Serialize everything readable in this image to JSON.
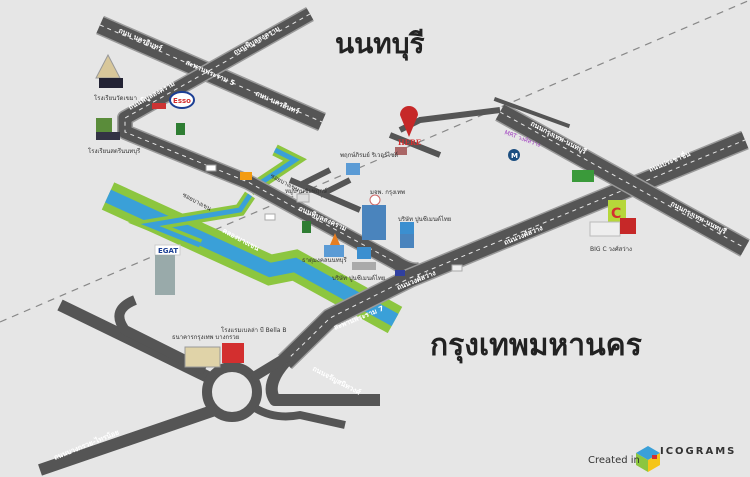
{
  "regions": {
    "north": "นนทบุรี",
    "south": "กรุงเทพมหานคร"
  },
  "roads": {
    "nakhon_in_1": "ถนน นครอินทร์",
    "nakhon_in_2": "ถนน นครอินทร์",
    "rama5_bridge": "สะพานพระราม 5",
    "phibun_1": "ถนนพิบูลสงคราม",
    "phibun_2": "ถนนพิบูลสงคราม",
    "phibun_3": "ถนนพิบูลสงคราม",
    "wongsawang_1": "ถนนวงศ์สว่าง",
    "wongsawang_2": "ถนนวงศ์สว่าง",
    "krungthep_nonthaburi_1": "ถนนกรุงเทพ-นนทบุรี",
    "krungthep_nonthaburi_2": "ถนนกรุงเทพ-นนทบุรี",
    "prachachuen": "ถนนประชาชื่น",
    "rama7_bridge": "สะพานพระราม 7",
    "charansanitwong": "ถนนจรัญสนิทวงศ์",
    "bangkruai_sainoi": "ถนนบางกรวย-ไทรน้อย",
    "canal": "คลองบางเขน",
    "soi_1": "ซอยบางเขน",
    "soi_2": "ซอยบางเขน"
  },
  "places": {
    "school_1": "โรงเรียนวัดเขมา",
    "esso": "Esso",
    "school_2": "โรงเรียนสตรีนนทบุรี",
    "here": "HERE",
    "village": "หมู่บ้านชัยพฤกษ์",
    "condo": "พฤกษ์ภิรมย์ ริเวอร์ไซด์",
    "university": "มจพ. กรุงเทพ",
    "dpac_1": "บริษัท ปูนซีเมนต์ไทย",
    "dpac_2": "บริษัท ปูนซีเมนต์ไทย",
    "temple": "ธาตุมงคลนนทบุรี",
    "egat": "EGAT",
    "mrt": "MRT วงศ์สว่าง",
    "bigc": "BIG C วงศ์สว่าง",
    "bank": "ธนาคารกรุงเทพ บางกรวย",
    "bella": "โรงแรมเบลล่า บี Bella B"
  },
  "footer": {
    "created_in": "Created in",
    "brand": "ICOGRAMS"
  },
  "colors": {
    "road": "#555555",
    "canal": "#3aa0d8",
    "grass": "#8cc63f",
    "accent": "#d32f2f"
  }
}
